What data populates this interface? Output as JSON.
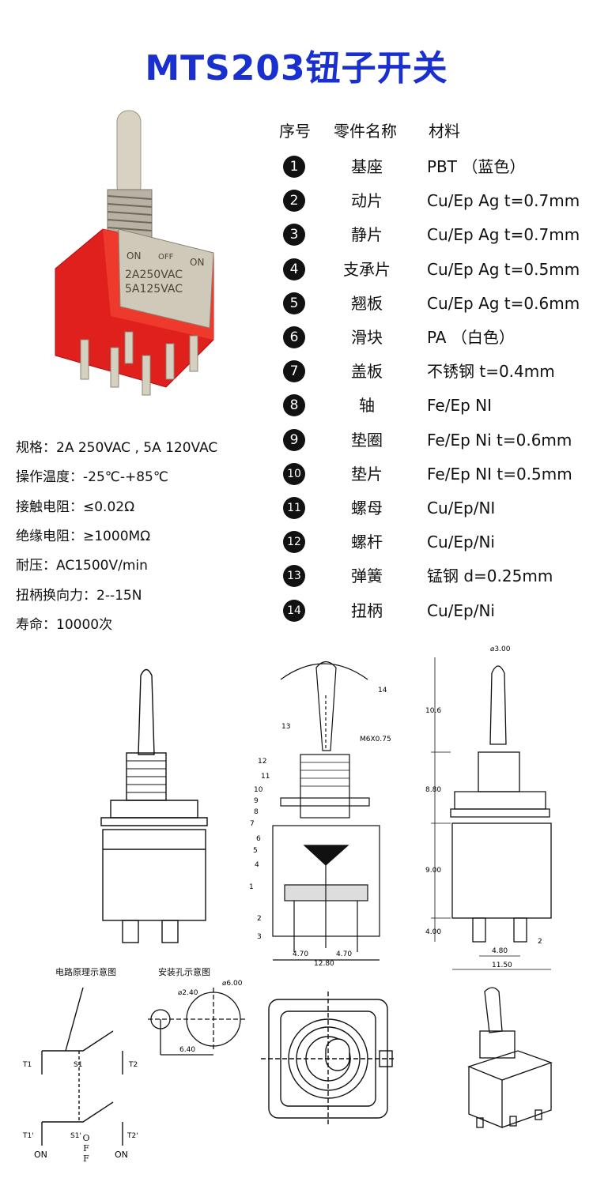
{
  "title": "MTS203钮子开关",
  "header": {
    "index": "序号",
    "part": "零件名称",
    "material": "材料"
  },
  "parts": [
    {
      "no": "1",
      "name": "基座",
      "material": "PBT （蓝色）"
    },
    {
      "no": "2",
      "name": "动片",
      "material": "Cu/Ep Ag t=0.7mm"
    },
    {
      "no": "3",
      "name": "静片",
      "material": "Cu/Ep Ag t=0.7mm"
    },
    {
      "no": "4",
      "name": "支承片",
      "material": "Cu/Ep Ag t=0.5mm"
    },
    {
      "no": "5",
      "name": "翘板",
      "material": "Cu/Ep Ag t=0.6mm"
    },
    {
      "no": "6",
      "name": "滑块",
      "material": "PA （白色）"
    },
    {
      "no": "7",
      "name": "盖板",
      "material": "不锈钢 t=0.4mm"
    },
    {
      "no": "8",
      "name": "轴",
      "material": "Fe/Ep NI"
    },
    {
      "no": "9",
      "name": "垫圈",
      "material": "Fe/Ep Ni t=0.6mm"
    },
    {
      "no": "10",
      "name": "垫片",
      "material": "Fe/Ep NI t=0.5mm"
    },
    {
      "no": "11",
      "name": "螺母",
      "material": "Cu/Ep/NI"
    },
    {
      "no": "12",
      "name": "螺杆",
      "material": "Cu/Ep/Ni"
    },
    {
      "no": "13",
      "name": "弹簧",
      "material": "锰钢 d=0.25mm"
    },
    {
      "no": "14",
      "name": "扭柄",
      "material": "Cu/Ep/Ni"
    }
  ],
  "specs": [
    "规格：2A  250VAC , 5A 120VAC",
    "操作温度：-25℃-+85℃",
    "接触电阻：≤0.02Ω",
    "绝缘电阻：≥1000MΩ",
    "耐压：AC1500V/min",
    "扭柄换向力：2--15N",
    "寿命：10000次"
  ],
  "photo_markings": {
    "on_left": "ON",
    "off": "OFF",
    "on_right": "ON",
    "rating1": "2A250VAC",
    "rating2": "5A125VAC"
  },
  "drawing": {
    "callouts": [
      "14",
      "13",
      "12",
      "11",
      "10",
      "9",
      "8",
      "7",
      "6",
      "5",
      "4",
      "1",
      "2",
      "3"
    ],
    "thread": "M6X0.75",
    "dims_section": [
      "4.70",
      "4.70",
      "12.80"
    ],
    "dims_side": [
      "⌀3.00",
      "10.6",
      "8.80",
      "9.00",
      "4.00",
      "4.80",
      "2",
      "11.50"
    ],
    "circuit_title": "电路原理示意图",
    "mount_title": "安装孔示意图",
    "mount_dims": [
      "⌀2.40",
      "⌀6.00",
      "6.40"
    ],
    "terminals": [
      "T1",
      "S1",
      "T2",
      "T1'",
      "S1'",
      "T2'"
    ],
    "positions": {
      "left": "ON",
      "middle": "OFF",
      "right": "ON"
    }
  },
  "colors": {
    "title": "#1a2fd0",
    "housing": "#e0201c",
    "metal": "#c8c2b4"
  }
}
